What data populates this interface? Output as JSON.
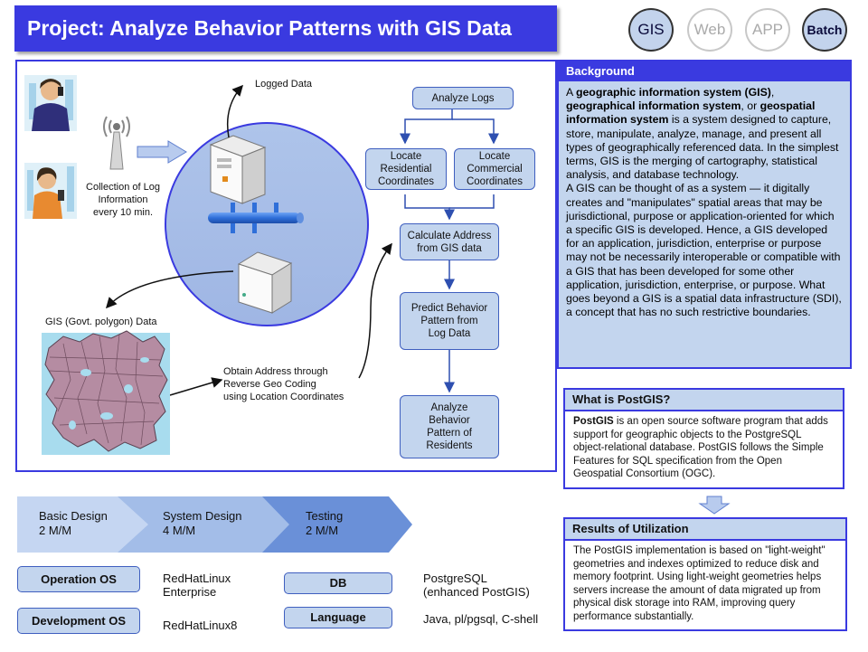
{
  "title": "Project: Analyze Behavior Patterns with GIS Data",
  "badges": [
    "GIS",
    "Web",
    "APP",
    "Batch"
  ],
  "diagram": {
    "logged_data": "Logged Data",
    "collection": [
      "Collection of Log",
      "Information",
      "every 10 min."
    ],
    "gis_polygon": "GIS (Govt. polygon) Data",
    "obtain": [
      "Obtain Address through",
      "Reverse Geo Coding",
      "using Location Coordinates"
    ],
    "analyze_logs": "Analyze Logs",
    "locate_residential": [
      "Locate",
      "Residential",
      "Coordinates"
    ],
    "locate_commercial": [
      "Locate",
      "Commercial",
      "Coordinates"
    ],
    "calculate": [
      "Calculate Address",
      "from GIS data"
    ],
    "predict": [
      "Predict Behavior",
      "Pattern from",
      "Log Data"
    ],
    "analyze_residents": [
      "Analyze",
      "Behavior",
      "Pattern of",
      "Residents"
    ]
  },
  "background": {
    "header": "Background",
    "p1_b1": "geographic information system (GIS)",
    "p1_b2": "geographical information system",
    "p1_b3": "geospatial information system",
    "p1_a": "A ",
    "p1_c": ", ",
    "p1_d": ", or ",
    "p1_e": " is a system designed to capture, store, manipulate, analyze, manage, and present all types of geographically referenced data. In the simplest terms, GIS is the merging of cartography, statistical analysis, and database technology.",
    "p2": "A GIS can be thought of as a system — it digitally creates and \"manipulates\" spatial areas that may be jurisdictional, purpose or application-oriented for which a specific GIS is developed. Hence, a GIS developed for an application, jurisdiction, enterprise or purpose may not be necessarily interoperable or compatible with a GIS that has been developed for some other application, jurisdiction, enterprise, or purpose. What goes beyond a GIS is a spatial data infrastructure (SDI), a concept that has no such restrictive boundaries."
  },
  "postgis": {
    "header": "What is PostGIS?",
    "bold": "PostGIS",
    "text": " is an open source software program that adds support for geographic objects to the PostgreSQL object-relational database. PostGIS follows the Simple Features for SQL specification from the Open Geospatial Consortium (OGC)."
  },
  "results": {
    "header": "Results of Utilization",
    "text": "The PostGIS implementation is based on \"light-weight\" geometries and indexes optimized to reduce disk and memory footprint. Using light-weight geometries helps servers increase the amount of data migrated up from physical disk storage into RAM, improving query performance substantially."
  },
  "schedule": [
    {
      "name": "Basic Design",
      "duration": "2 M/M"
    },
    {
      "name": "System Design",
      "duration": "4 M/M"
    },
    {
      "name": "Testing",
      "duration": "2 M/M"
    }
  ],
  "env": {
    "operation_os_label": "Operation OS",
    "operation_os_value": [
      "RedHatLinux",
      "Enterprise"
    ],
    "development_os_label": "Development OS",
    "development_os_value": "RedHatLinux8",
    "db_label": "DB",
    "db_value": [
      "PostgreSQL",
      "(enhanced PostGIS)"
    ],
    "language_label": "Language",
    "language_value": "Java, pl/pgsql, C-shell"
  },
  "colors": {
    "accent": "#3a3ae0",
    "light_blue": "#c3d5ee",
    "map_pink": "#b58ca2",
    "map_cyan": "#a8dcee",
    "pipe": "#2f6fd9"
  }
}
